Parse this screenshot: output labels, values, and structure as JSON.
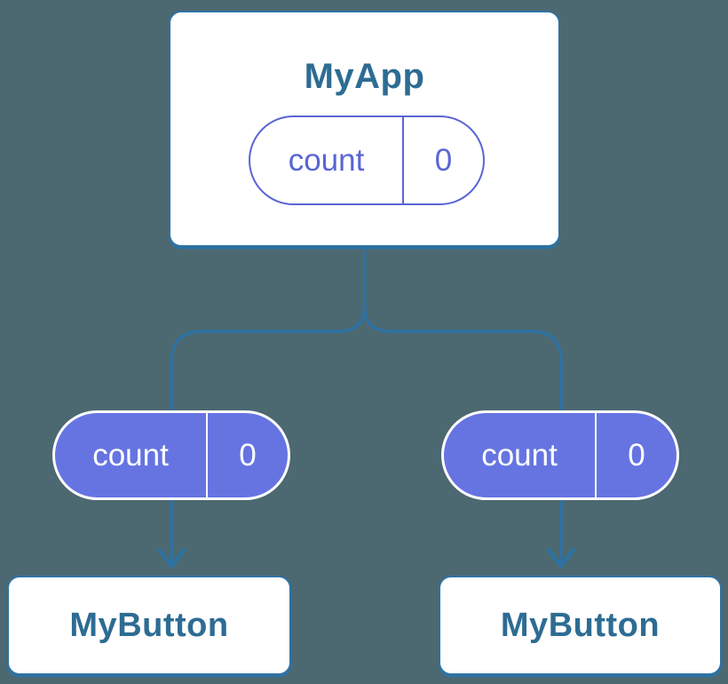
{
  "diagram": {
    "root": {
      "title": "MyApp",
      "state_pill": {
        "name": "count",
        "value": "0"
      }
    },
    "children": [
      {
        "title": "MyButton",
        "prop_pill": {
          "name": "count",
          "value": "0"
        }
      },
      {
        "title": "MyButton",
        "prop_pill": {
          "name": "count",
          "value": "0"
        }
      }
    ],
    "colors": {
      "background": "#4C6870",
      "connector": "#2E72A3",
      "card_background": "#FFFFFF",
      "card_border": "#2E72A3",
      "title_text": "#2D6C93",
      "state_pill_outline": "#5A65D6",
      "prop_pill_fill": "#6674E2",
      "prop_pill_text": "#FFFFFF"
    }
  }
}
